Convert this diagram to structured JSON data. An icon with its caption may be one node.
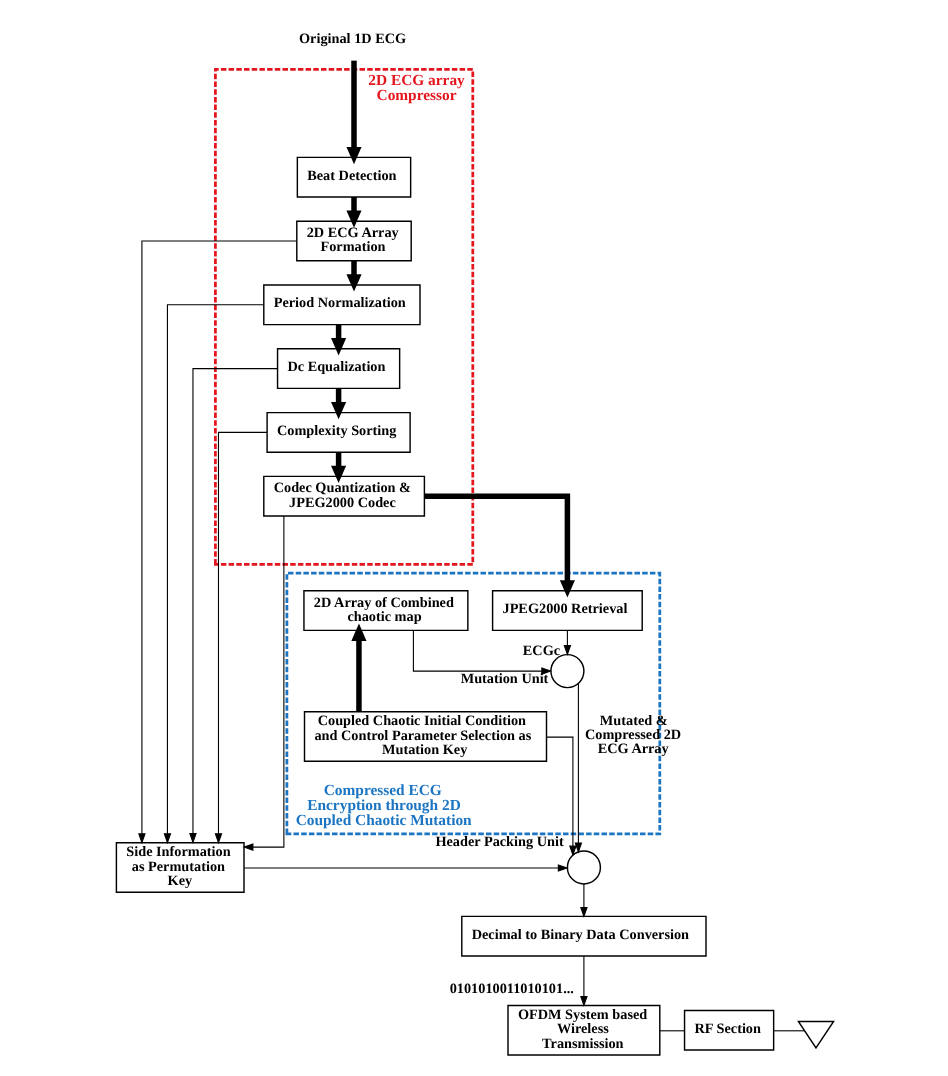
{
  "diagram": {
    "nodes": [
      {
        "text": [
          "Original 1D ECG"
        ]
      },
      {
        "text": [
          "2D ECG array Compressor"
        ]
      },
      {
        "text": [
          "Beat Detection"
        ],
        "in": 1
      },
      {
        "text": [
          "2D ECG Array Formation"
        ],
        "in": 1
      },
      {
        "text": [
          "Period Normalization"
        ],
        "in": 1
      },
      {
        "text": [
          "Dc Equalization"
        ],
        "in": 1
      },
      {
        "text": [
          "Complexity Sorting"
        ],
        "in": 1
      },
      {
        "text": [
          "Codec Quantization & JPEG2000 Codec"
        ],
        "in": 1
      },
      {
        "text": [
          "Compressed ECG Encryption through 2D Coupled Chaotic Mutation"
        ]
      },
      {
        "text": [
          "JPEG2000 Retrieval"
        ],
        "in": 8
      },
      {
        "text": [],
        "shape": "circle",
        "beside": [
          "Mutation Unit"
        ],
        "in": 8
      },
      {
        "text": [
          "2D Array of Combined chaotic map"
        ],
        "in": 8
      },
      {
        "text": [
          "Coupled Chaotic Initial Condition and Control Parameter Selection as Mutation Key"
        ],
        "in": 8
      },
      {
        "text": [
          "Side Information as Permutation Key"
        ]
      },
      {
        "text": [],
        "shape": "circle",
        "beside": [
          "Header Packing Unit"
        ]
      },
      {
        "text": [
          "Decimal to Binary Data Conversion"
        ]
      },
      {
        "text": [
          "OFDM System based Wireless Transmission"
        ]
      },
      {
        "text": [
          "RF Section"
        ]
      },
      {
        "text": [],
        "shape": "antenna"
      }
    ],
    "edges": [
      {
        "from": 0,
        "to": 2,
        "arrow": "to",
        "style": "thick"
      },
      {
        "from": 2,
        "to": 3,
        "arrow": "to",
        "style": "thick"
      },
      {
        "from": 3,
        "to": 4,
        "arrow": "to",
        "style": "thick"
      },
      {
        "from": 4,
        "to": 5,
        "arrow": "to",
        "style": "thick"
      },
      {
        "from": 5,
        "to": 6,
        "arrow": "to",
        "style": "thick"
      },
      {
        "from": 6,
        "to": 7,
        "arrow": "to",
        "style": "thick"
      },
      {
        "from": 7,
        "to": 9,
        "arrow": "to",
        "style": "thick"
      },
      {
        "from": 3,
        "to": 13,
        "arrow": "to"
      },
      {
        "from": 4,
        "to": 13,
        "arrow": "to"
      },
      {
        "from": 5,
        "to": 13,
        "arrow": "to"
      },
      {
        "from": 6,
        "to": 13,
        "arrow": "to"
      },
      {
        "from": 7,
        "to": 13,
        "arrow": "to"
      },
      {
        "from": 9,
        "to": 10,
        "arrow": "to",
        "label": "ECGc"
      },
      {
        "from": 11,
        "to": 10,
        "arrow": "to"
      },
      {
        "from": 12,
        "to": 11,
        "arrow": "to",
        "style": "thick"
      },
      {
        "from": 10,
        "to": 14,
        "arrow": "to",
        "label": "Mutated & Compressed 2D ECG Array"
      },
      {
        "from": 12,
        "to": 14,
        "arrow": "to"
      },
      {
        "from": 13,
        "to": 14,
        "arrow": "to"
      },
      {
        "from": 14,
        "to": 15,
        "arrow": "to"
      },
      {
        "from": 15,
        "to": 16,
        "arrow": "to",
        "label": "0101010011010101..."
      },
      {
        "from": 16,
        "to": 17,
        "arrow": "none"
      },
      {
        "from": 17,
        "to": 18,
        "arrow": "none"
      }
    ]
  }
}
